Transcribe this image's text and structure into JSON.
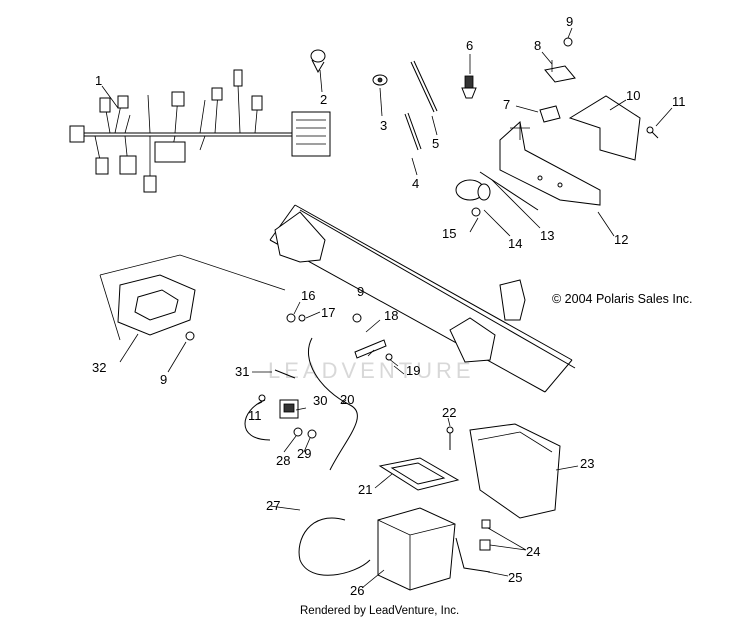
{
  "callouts": {
    "c1": "1",
    "c2": "2",
    "c3": "3",
    "c4": "4",
    "c5": "5",
    "c6": "6",
    "c7": "7",
    "c8": "8",
    "c9a": "9",
    "c9b": "9",
    "c9c": "9",
    "c10": "10",
    "c11a": "11",
    "c11b": "11",
    "c12": "12",
    "c13": "13",
    "c14": "14",
    "c15": "15",
    "c16": "16",
    "c17": "17",
    "c18": "18",
    "c19": "19",
    "c20": "20",
    "c21": "21",
    "c22": "22",
    "c23": "23",
    "c24": "24",
    "c25": "25",
    "c26": "26",
    "c27": "27",
    "c28": "28",
    "c29": "29",
    "c30": "30",
    "c31": "31",
    "c32": "32"
  },
  "copyright": "© 2004 Polaris Sales Inc.",
  "footer": "Rendered by LeadVenture, Inc.",
  "watermark": "LEADVENTURE"
}
